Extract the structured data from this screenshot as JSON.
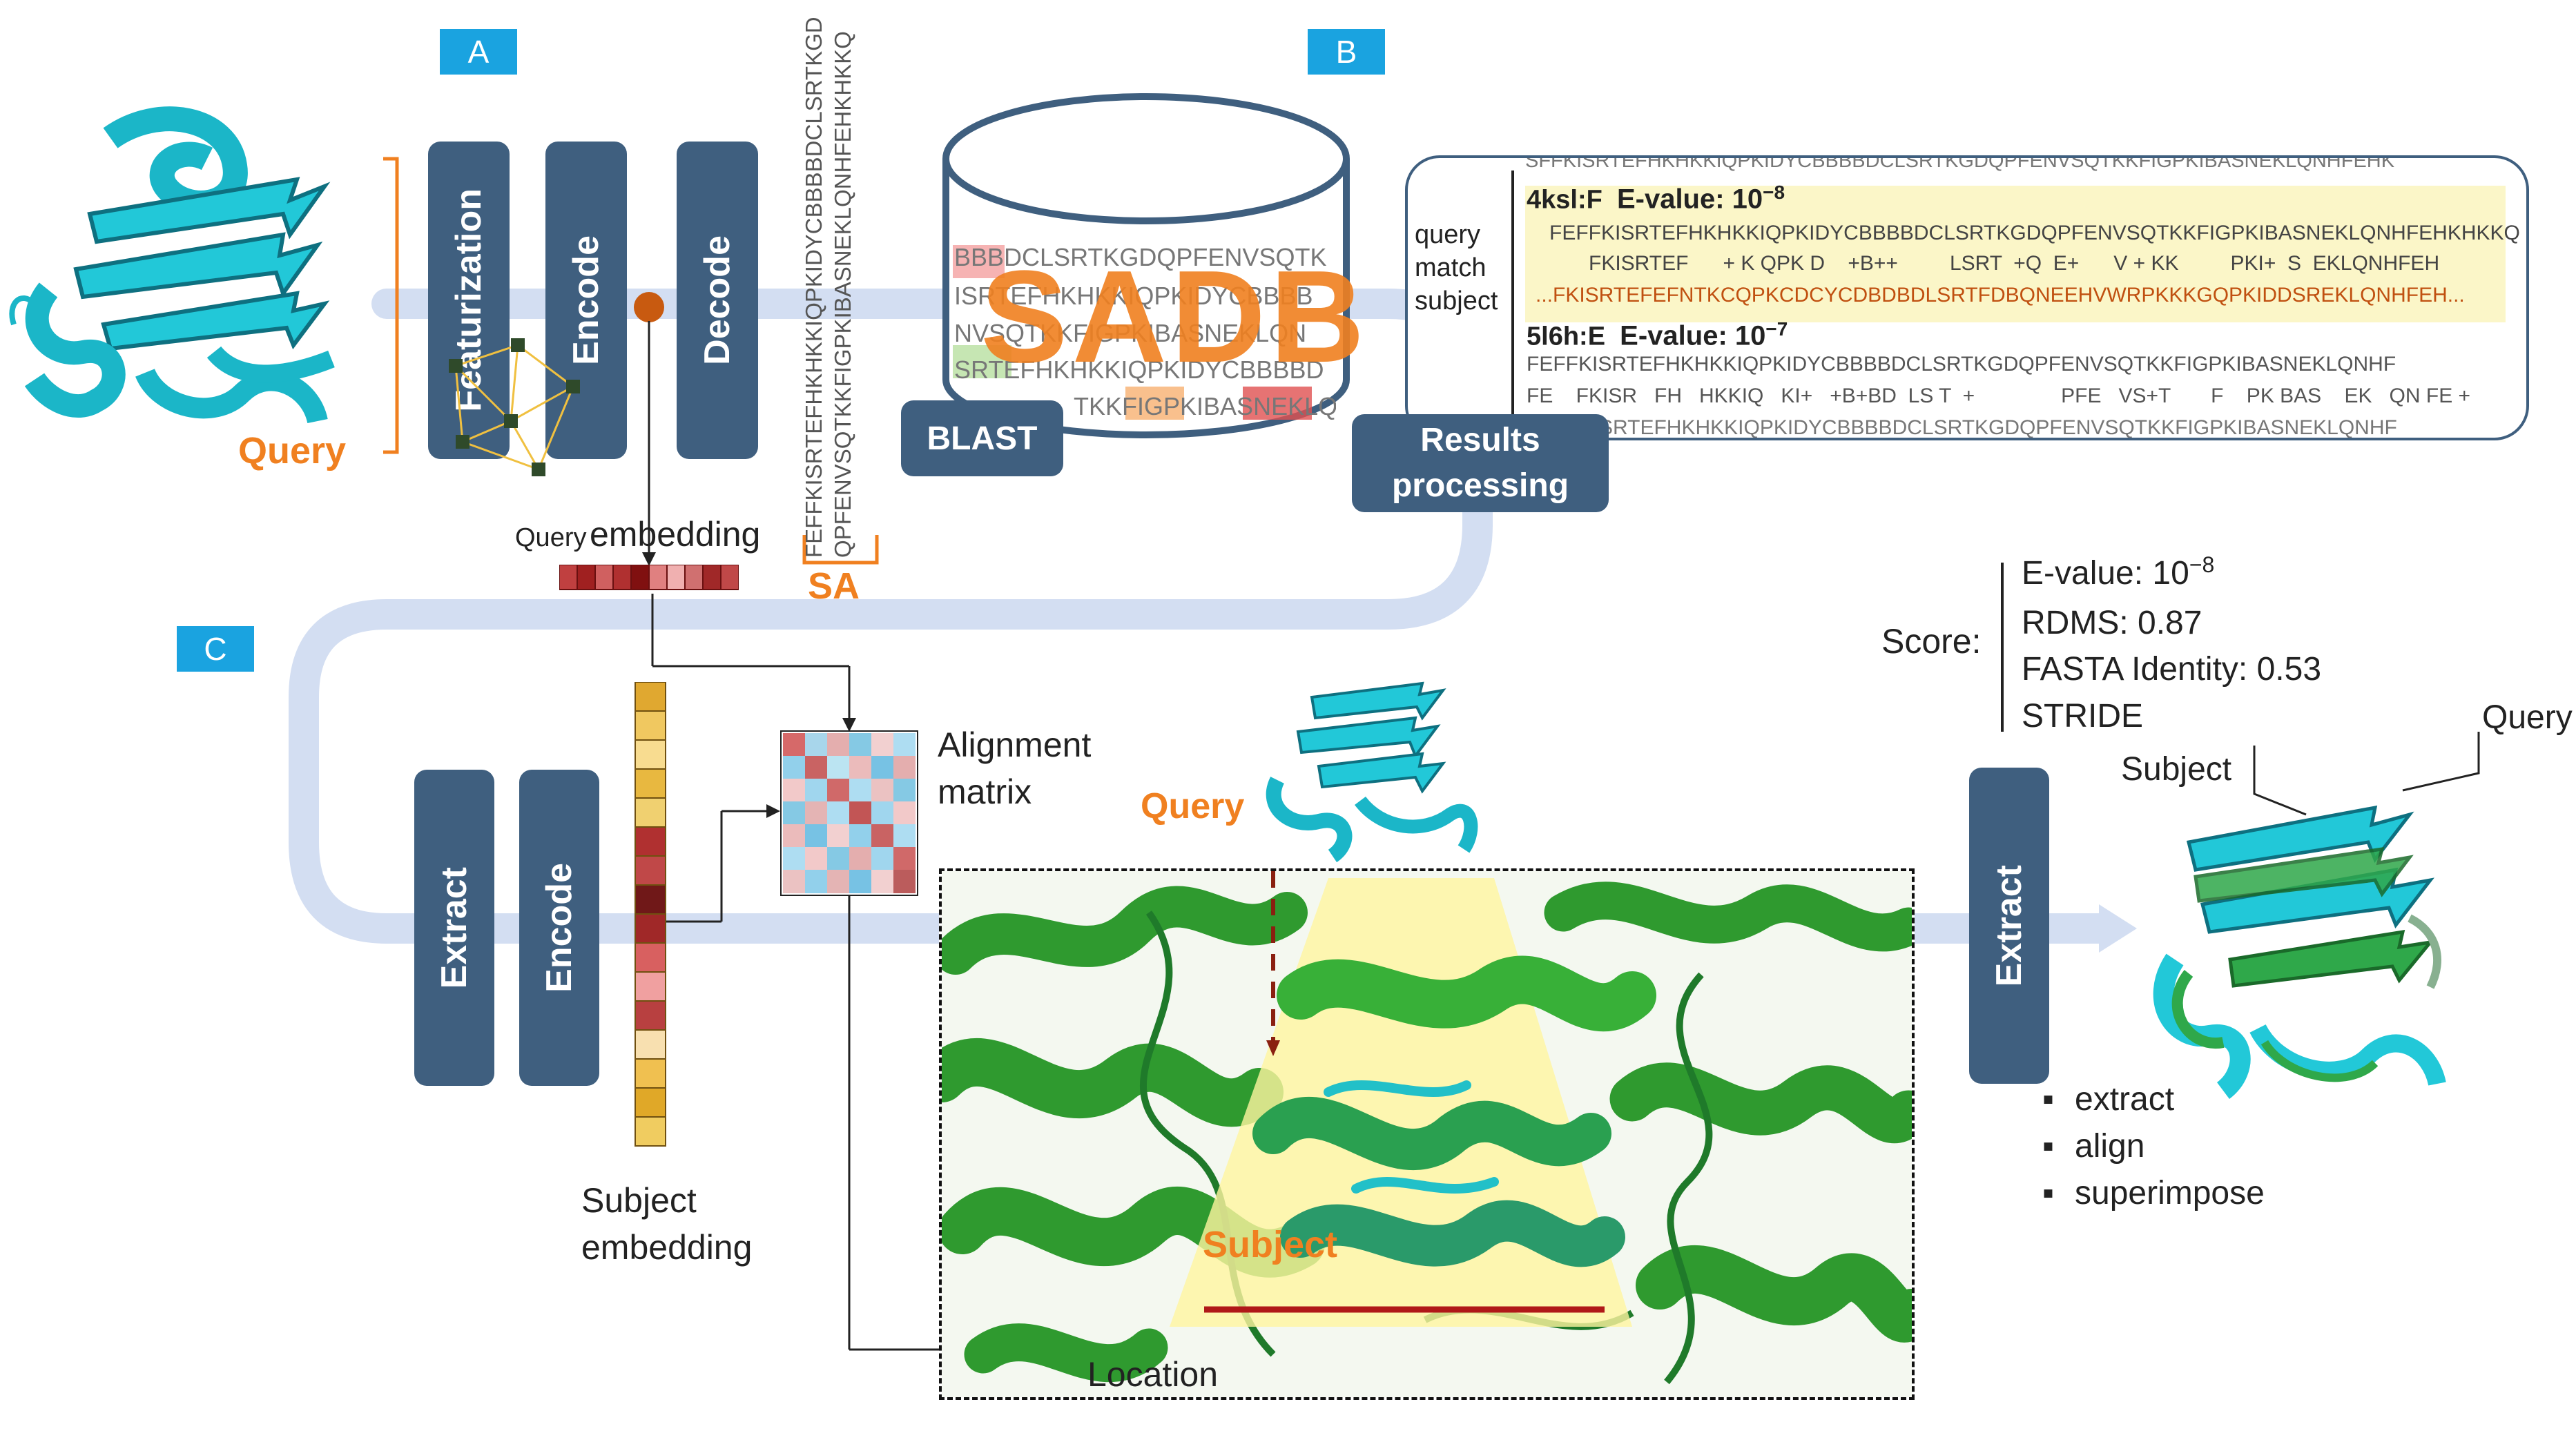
{
  "panels": {
    "a": "A",
    "b": "B",
    "c": "C"
  },
  "boxes": {
    "featurization": "Featurization",
    "encode_top": "Encode",
    "decode": "Decode",
    "blast": "BLAST",
    "results_processing_1": "Results",
    "results_processing_2": "processing",
    "extract_left": "Extract",
    "encode_bottom": "Encode",
    "extract_right": "Extract"
  },
  "labels": {
    "query_left": "Query",
    "query_embedding_small": "Query",
    "query_embedding_big": "embedding",
    "sa": "SA",
    "sadb": "SADB",
    "alignment_1": "Alignment",
    "alignment_2": "matrix",
    "query_mid": "Query",
    "subject_mid": "Subject",
    "location": "Location",
    "subject_emb_1": "Subject",
    "subject_emb_2": "embedding",
    "subject_right": "Subject",
    "query_right": "Query"
  },
  "sa_strings": {
    "line1": "FEFFKISRTEFHKHKKIQPKIDYCBBBBDCLSRTKGD",
    "line2": "QPFENVSQTKKFIGPKIBASNEKLQNHFEHKHKKQ"
  },
  "db_rows": [
    "BBBDCLSRTKGDQPFENVSQTK",
    "ISRTEFHKHKKIQPKIDYCBBBB",
    "NVSQTKKFIGPKIBASNEKLQN",
    "SRTEFHKHKKIQPKIDYCBBBBD",
    "TKKFIGPKIBASNEKLQN"
  ],
  "results": {
    "top_row": "SFFKISRTEFHKHKKIQPKIDYCBBBBDCLSRTKGDQPFENVSQTKKFIGPKIBASNEKLQNHFEHK",
    "row_labels": [
      "query",
      "match",
      "subject"
    ],
    "hit1_id": "4ksl:F",
    "hit1_evalue": "E-value: 10",
    "hit1_exp": "−8",
    "hit1_query": "FEFFKISRTEFHKHKKIQPKIDYCBBBBDCLSRTKGDQPFENVSQTKKFIGPKIBASNEKLQNHFEHKHKKQ",
    "hit1_match": "FKISRTEF      + K QPK D    +B++         LSRT  +Q  E+      V + KK         PKI+  S  EKLQNHFEH",
    "hit1_subject": "...FKISRTEFEFNTKCQPKCDCYCDBDBDLSRTFDBQNEEHVWRPKKKGQPKIDDSREKLQNHFEH...",
    "hit2_id": "5l6h:E",
    "hit2_evalue": "E-value: 10",
    "hit2_exp": "−7",
    "hit2_query": "FEFFKISRTEFHKHKKIQPKIDYCBBBBDCLSRTKGDQPFENVSQTKKFIGPKIBASNEKLQNHF",
    "hit2_match": "FE    FKISR   FH   HKKIQ   KI+   +B+BD  LS T  +               PFE   VS+T       F    PK BAS    EK   QN FE +",
    "hit2_subject": "SEFFKISRTEFHKHKKIQPKIDYCBBBBDCLSRTKGDQPFENVSQTKKFIGPKIBASNEKLQNHF"
  },
  "score": {
    "label": "Score:",
    "evalue_text": "E-value: 10",
    "evalue_exp": "−8",
    "rdms": "RDMS: 0.87",
    "fasta": "FASTA Identity: 0.53",
    "stride": "STRIDE"
  },
  "steps": [
    "extract",
    "align",
    "superimpose"
  ],
  "colors": {
    "box": "#3f5f7f",
    "tag": "#1aa3e0",
    "flow": "#d3def2",
    "orange": "#f08020",
    "cyan": "#22c8d8",
    "green": "#2f9a2f",
    "dark_red": "#b01818"
  },
  "icons": [
    "query-protein-icon",
    "graph-icon",
    "database-cylinder-icon",
    "subject-protein-complex-icon",
    "superposed-protein-icon"
  ]
}
